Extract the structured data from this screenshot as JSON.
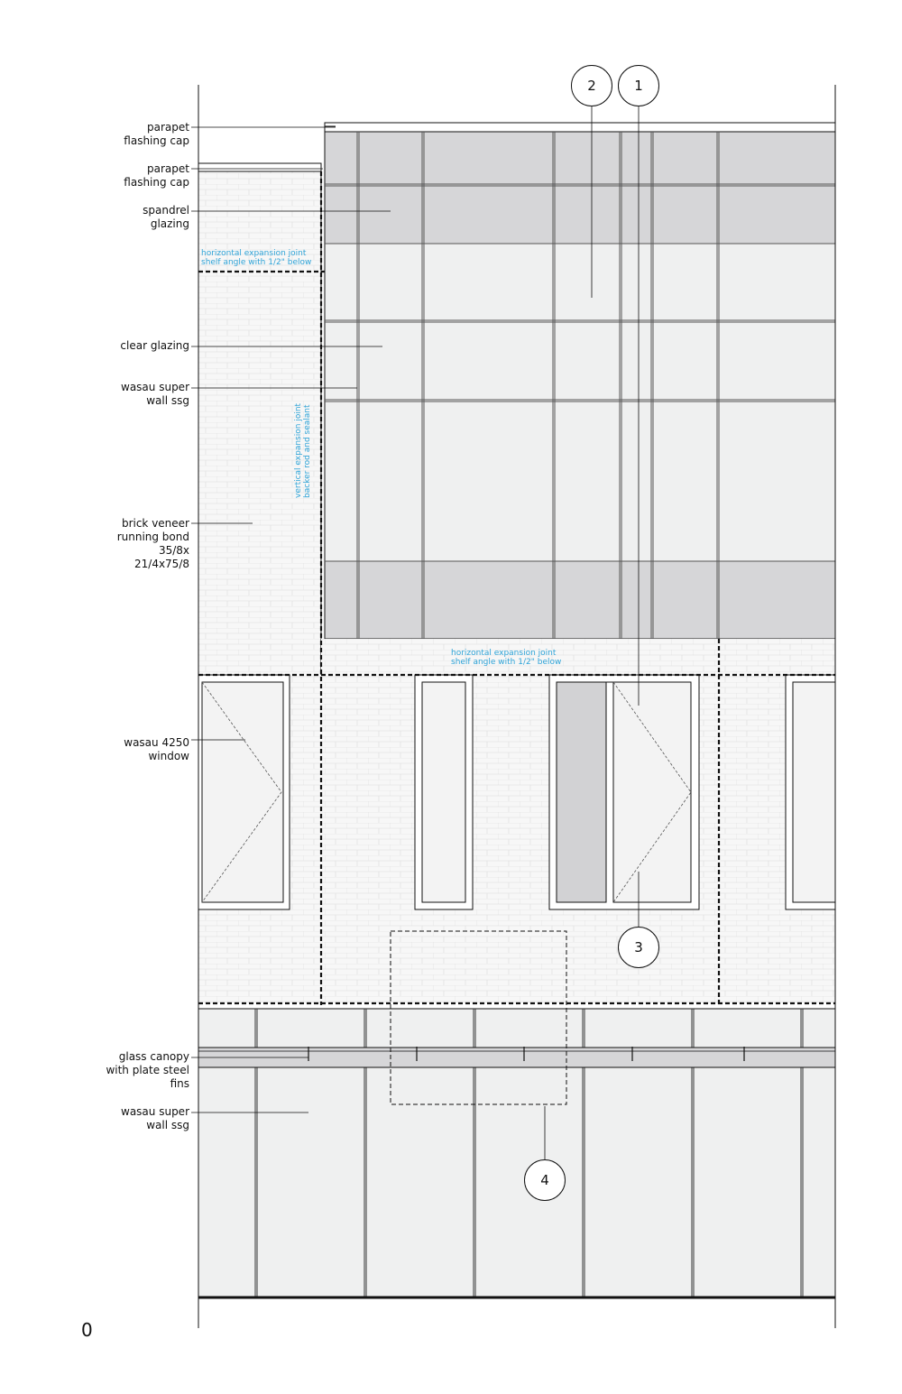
{
  "labels": {
    "parapet_upper": "parapet\nflashing cap",
    "parapet_lower": "parapet\nflashing cap",
    "spandrel": "spandrel\nglazing",
    "clear_glazing": "clear glazing",
    "wall_ssg_upper": "wasau super\nwall ssg",
    "brick": "brick veneer\nrunning bond\n35/8x\n21/4x75/8",
    "window": "wasau 4250\nwindow",
    "canopy": "glass canopy\nwith plate steel\nfins",
    "wall_ssg_lower": "wasau super\nwall ssg"
  },
  "notes": {
    "hjoint_upper": "horizontal expansion joint\nshelf angle with 1/2\" below",
    "hjoint_mid": "horizontal expansion joint\nshelf angle with 1/2\" below",
    "vjoint": "vertical expansion joint\nbacker rod and sealant"
  },
  "tags": {
    "t1": "1",
    "t2": "2",
    "t3": "3",
    "t4": "4"
  },
  "page_number": "0",
  "colors": {
    "line": "#111111",
    "spandrel": "#d6d6d8",
    "clear_glass": "#eff0f0",
    "brick_bg": "#f7f7f7",
    "brick_line": "#dcdcdc",
    "annotation": "#2fa4d8"
  }
}
